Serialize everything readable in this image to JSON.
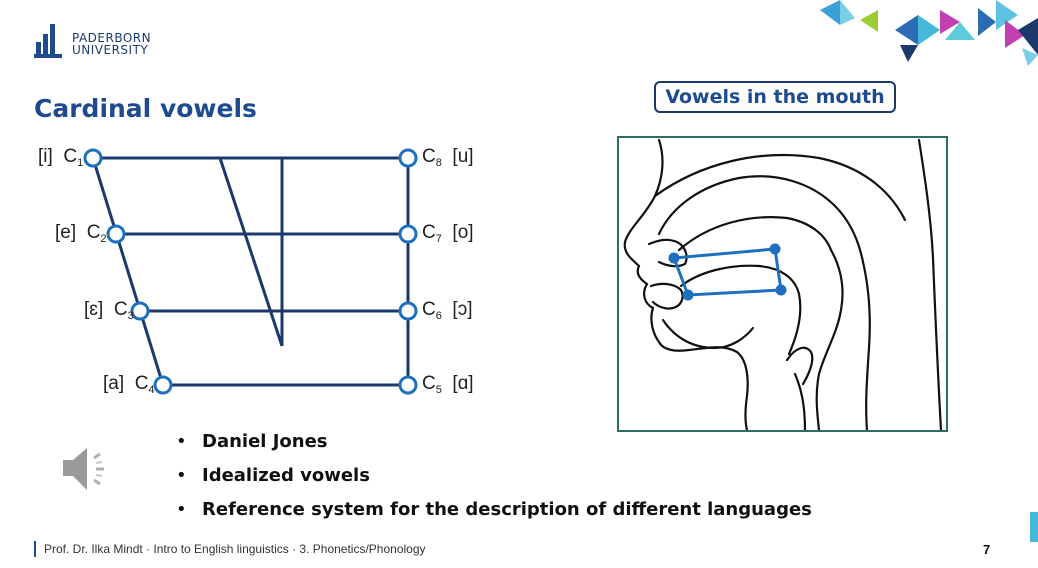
{
  "logo": {
    "line1": "PADERBORN",
    "line2": "UNIVERSITY"
  },
  "slide_title": "Cardinal vowels",
  "mouth_button": "Vowels in the mouth",
  "vowels": [
    {
      "symbol": "[i]",
      "code": "C",
      "num": "1"
    },
    {
      "symbol": "[e]",
      "code": "C",
      "num": "2"
    },
    {
      "symbol": "[ɛ]",
      "code": "C",
      "num": "3"
    },
    {
      "symbol": "[a]",
      "code": "C",
      "num": "4"
    },
    {
      "symbol": "[ɑ]",
      "code": "C",
      "num": "5"
    },
    {
      "symbol": "[ɔ]",
      "code": "C",
      "num": "6"
    },
    {
      "symbol": "[o]",
      "code": "C",
      "num": "7"
    },
    {
      "symbol": "[u]",
      "code": "C",
      "num": "8"
    }
  ],
  "bullets": [
    "Daniel Jones",
    "Idealized vowels",
    "Reference system for the description of different languages"
  ],
  "footer": "Prof. Dr. Ilka Mindt · Intro to English linguistics · 3. Phonetics/Phonology",
  "page_number": "7",
  "colors": {
    "navy": "#1b3a6b",
    "title_blue": "#1e4b8f",
    "circle_blue": "#1f6fbf",
    "mouth_frame": "#2d6e63",
    "quad_blue": "#1f6fbf"
  },
  "icons": [
    "speaker-icon",
    "university-logo-icon"
  ]
}
